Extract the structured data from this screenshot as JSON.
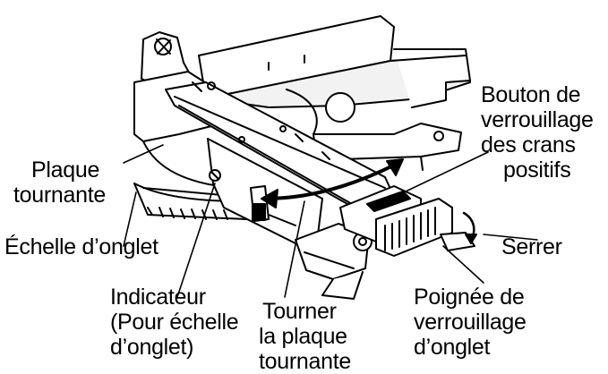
{
  "labels": {
    "bouton": [
      "Bouton de",
      "verrouillage",
      "des crans",
      "positifs"
    ],
    "plaque": [
      "Plaque",
      "tournante"
    ],
    "echelle": [
      "Échelle d’onglet"
    ],
    "serrer": [
      "Serrer"
    ],
    "indicateur": [
      "Indicateur",
      "(Pour échelle",
      "d’onglet)"
    ],
    "tourner": [
      "Tourner",
      "la plaque",
      "tournante"
    ],
    "poignee": [
      "Poignée de",
      "verrouillage",
      "d’onglet"
    ]
  },
  "colors": {
    "ink": "#000000",
    "paper": "#ffffff",
    "shade": "#e6e6e6"
  }
}
